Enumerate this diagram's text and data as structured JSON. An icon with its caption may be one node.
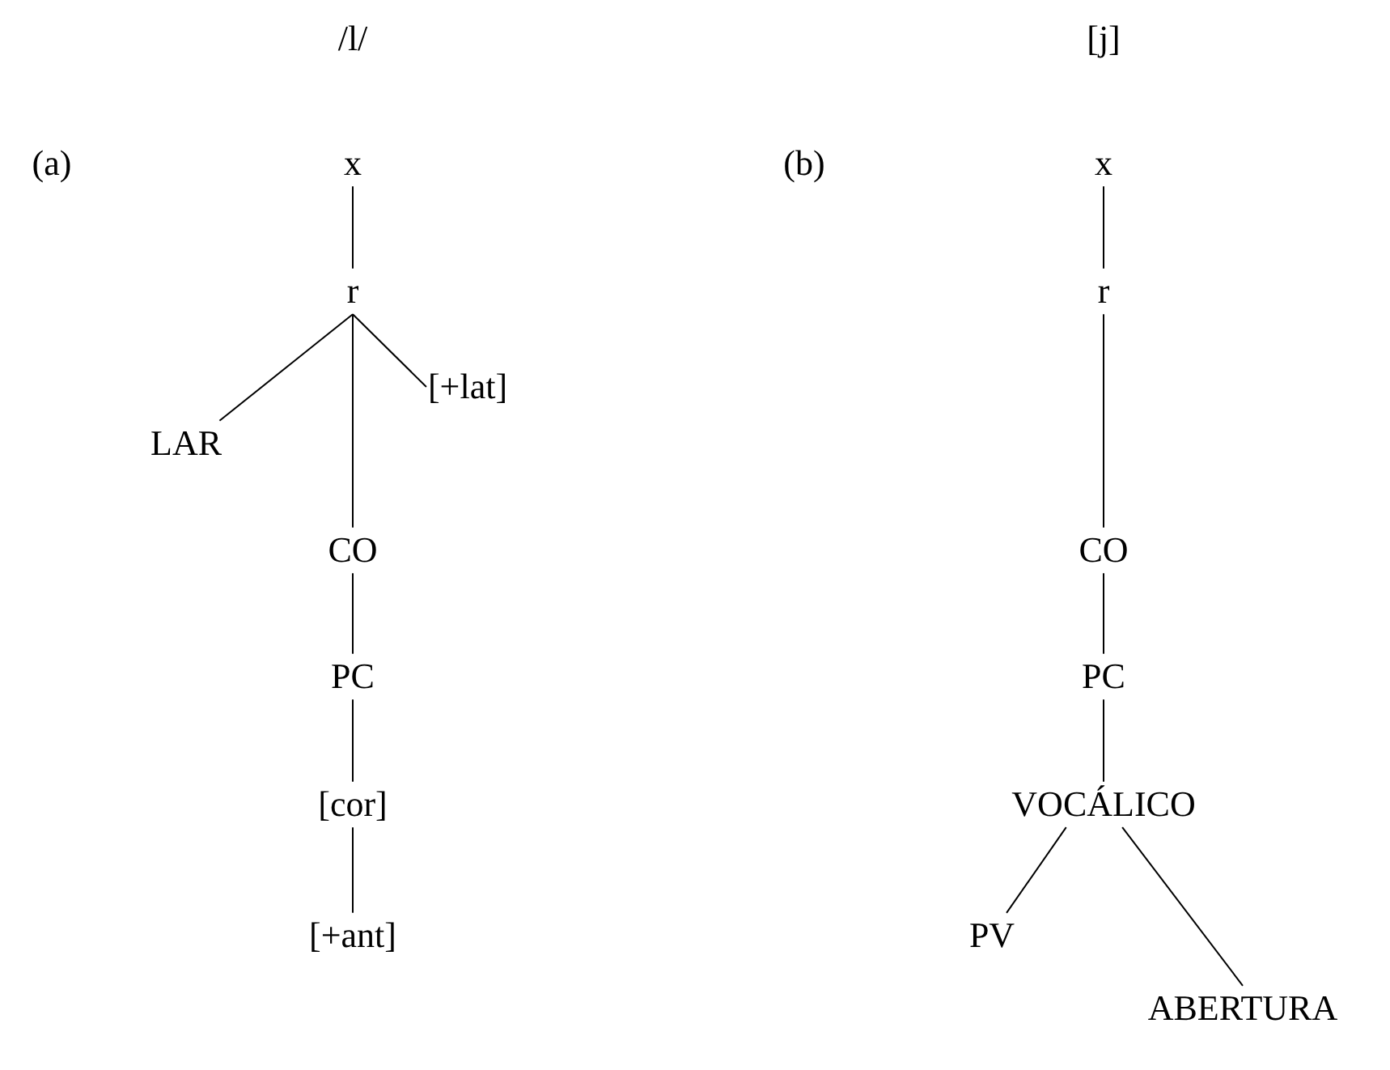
{
  "diagram": {
    "nodes": [
      {
        "text": [
          "x"
        ]
      },
      {
        "text": [
          "r"
        ]
      },
      {
        "text": [
          "LAR"
        ]
      },
      {
        "text": [
          "[+lat]"
        ]
      },
      {
        "text": [
          "CO"
        ]
      },
      {
        "text": [
          "PC"
        ]
      },
      {
        "text": [
          "[cor]"
        ]
      },
      {
        "text": [
          "[+ant]"
        ]
      },
      {
        "text": [
          "x"
        ]
      },
      {
        "text": [
          "r"
        ]
      },
      {
        "text": [
          "CO"
        ]
      },
      {
        "text": [
          "PC"
        ]
      },
      {
        "text": [
          "VOCÁLICO"
        ]
      },
      {
        "text": [
          "PV"
        ]
      },
      {
        "text": [
          "ABERTURA"
        ]
      }
    ],
    "edges": [
      {
        "from": 0,
        "to": 1,
        "arrow": "none"
      },
      {
        "from": 1,
        "to": 2,
        "arrow": "none"
      },
      {
        "from": 1,
        "to": 4,
        "arrow": "none"
      },
      {
        "from": 1,
        "to": 3,
        "arrow": "none"
      },
      {
        "from": 4,
        "to": 5,
        "arrow": "none"
      },
      {
        "from": 5,
        "to": 6,
        "arrow": "none"
      },
      {
        "from": 6,
        "to": 7,
        "arrow": "none"
      },
      {
        "from": 8,
        "to": 9,
        "arrow": "none"
      },
      {
        "from": 9,
        "to": 10,
        "arrow": "none"
      },
      {
        "from": 10,
        "to": 11,
        "arrow": "none"
      },
      {
        "from": 11,
        "to": 12,
        "arrow": "none"
      },
      {
        "from": 12,
        "to": 13,
        "arrow": "none"
      },
      {
        "from": 12,
        "to": 14,
        "arrow": "none"
      }
    ],
    "labels": [
      "/l/",
      "[j]",
      "(a)",
      "(b)"
    ]
  }
}
